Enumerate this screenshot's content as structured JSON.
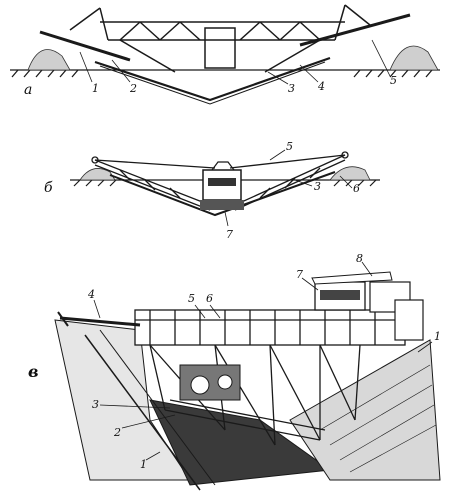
{
  "figure": {
    "panels": [
      {
        "id": "a",
        "label": "а",
        "callouts": [
          "1",
          "2",
          "3",
          "4",
          "5"
        ]
      },
      {
        "id": "b",
        "label": "б",
        "callouts": [
          "5",
          "3",
          "6",
          "7"
        ]
      },
      {
        "id": "c",
        "label": "в",
        "callouts": [
          "4",
          "5",
          "6",
          "7",
          "8",
          "1",
          "3",
          "2",
          "1"
        ]
      }
    ]
  }
}
